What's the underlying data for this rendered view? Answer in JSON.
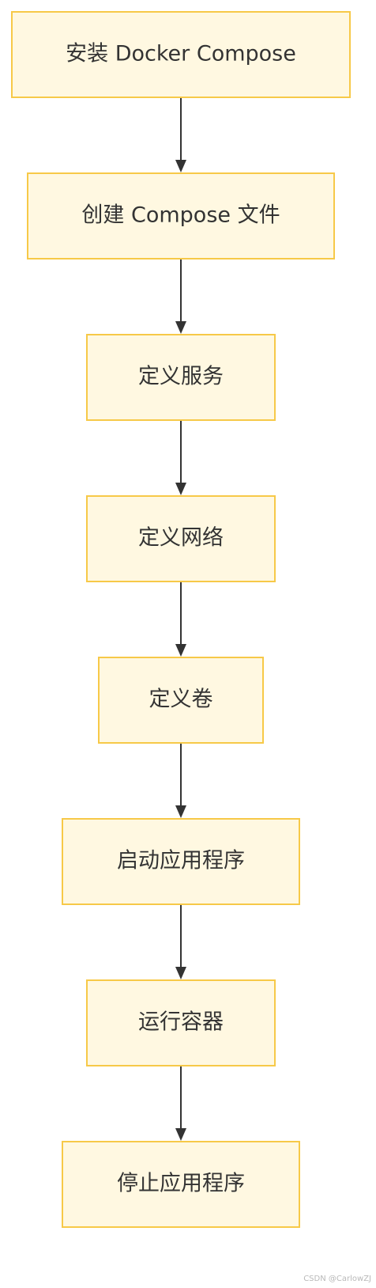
{
  "nodes": [
    {
      "id": "install",
      "label": "安装 Docker Compose"
    },
    {
      "id": "create-file",
      "label": "创建 Compose 文件"
    },
    {
      "id": "define-services",
      "label": "定义服务"
    },
    {
      "id": "define-networks",
      "label": "定义网络"
    },
    {
      "id": "define-volumes",
      "label": "定义卷"
    },
    {
      "id": "start-app",
      "label": "启动应用程序"
    },
    {
      "id": "run-containers",
      "label": "运行容器"
    },
    {
      "id": "stop-app",
      "label": "停止应用程序"
    }
  ],
  "edges": [
    {
      "from": "install",
      "to": "create-file"
    },
    {
      "from": "create-file",
      "to": "define-services"
    },
    {
      "from": "define-services",
      "to": "define-networks"
    },
    {
      "from": "define-networks",
      "to": "define-volumes"
    },
    {
      "from": "define-volumes",
      "to": "start-app"
    },
    {
      "from": "start-app",
      "to": "run-containers"
    },
    {
      "from": "run-containers",
      "to": "stop-app"
    }
  ],
  "colors": {
    "node_fill": "#fff8e1",
    "node_stroke": "#f7c948",
    "edge": "#333333"
  },
  "watermark": "CSDN @CarlowZJ"
}
